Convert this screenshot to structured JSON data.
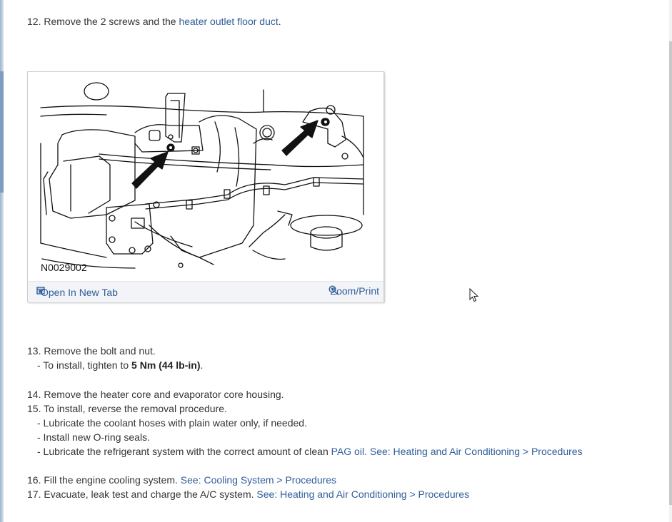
{
  "step12": {
    "text": "12. Remove the 2 screws and the ",
    "link": "heater outlet floor duct",
    "end": "."
  },
  "figure": {
    "label": "N0029002",
    "open_tab": "Open In New Tab",
    "zoom_print": "Zoom/Print"
  },
  "step13": {
    "text": "13. Remove the bolt and nut.",
    "sub_prefix": "-  To install, tighten to ",
    "sub_bold": "5 Nm (44 lb-in)",
    "sub_end": "."
  },
  "step14": {
    "text": "14. Remove the heater core and evaporator core housing."
  },
  "step15": {
    "text": "15. To install, reverse the removal procedure.",
    "sub1": "-  Lubricate the coolant hoses with plain water only, if needed.",
    "sub2": "-  Install new O-ring seals.",
    "sub3_prefix": "-  Lubricate the refrigerant system with the correct amount of clean ",
    "sub3_link1": "PAG oil",
    "sub3_sep": ". ",
    "sub3_link2": "See: Heating and Air Conditioning > Procedures"
  },
  "step16": {
    "text": "16. Fill the engine cooling system. ",
    "link": "See: Cooling System > Procedures"
  },
  "step17": {
    "text": "17. Evacuate, leak test and charge the A/C system. ",
    "link": "See: Heating and Air Conditioning > Procedures"
  },
  "colors": {
    "link": "#2f5d9a",
    "text": "#333333"
  }
}
